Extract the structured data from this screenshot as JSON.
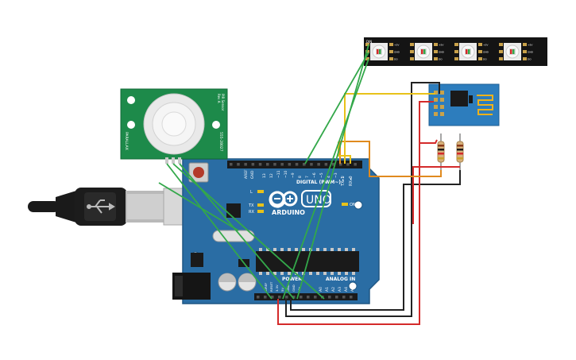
{
  "arduino": {
    "brand": "ARDUINO",
    "model": "UNO",
    "header_digital": "DIGITAL (PWM~)",
    "header_analog": "ANALOG IN",
    "header_power": "POWER",
    "label_on": "ON",
    "label_tx": "TX",
    "label_rx": "RX",
    "label_l": "L",
    "label_aref": "AREF",
    "label_gnd": "GND",
    "label_txd": "TX▸1",
    "label_rxd": "RX◂0",
    "digital_pins": [
      "13",
      "12",
      "~11",
      "~10",
      "~9",
      "8",
      "7",
      "~6",
      "~5",
      "4",
      "~3",
      "2"
    ],
    "analog_pins": [
      "A0",
      "A1",
      "A2",
      "A3",
      "A4",
      "A5"
    ],
    "power_pins": [
      "IOREF",
      "RESET",
      "3.3V",
      "5V",
      "GND",
      "GND",
      "Vin"
    ]
  },
  "pir": {
    "label_1": "PIR Sensor",
    "label_2": "Rev A",
    "label_3": "555-28027",
    "label_4": "PARALLAX"
  },
  "led_strip": {
    "din": "DIN",
    "labels": [
      "+5V",
      "GND",
      "DO"
    ]
  },
  "colors": {
    "board": "#2a6da4",
    "board_dark": "#1f5784",
    "wire_green": "#33a84a",
    "wire_black": "#222222",
    "wire_red": "#d42a2a",
    "wire_orange": "#e08a1e",
    "wire_yellow": "#e8c21a",
    "esp_board": "#2d7dbd",
    "pir_board": "#1d8a4a"
  }
}
